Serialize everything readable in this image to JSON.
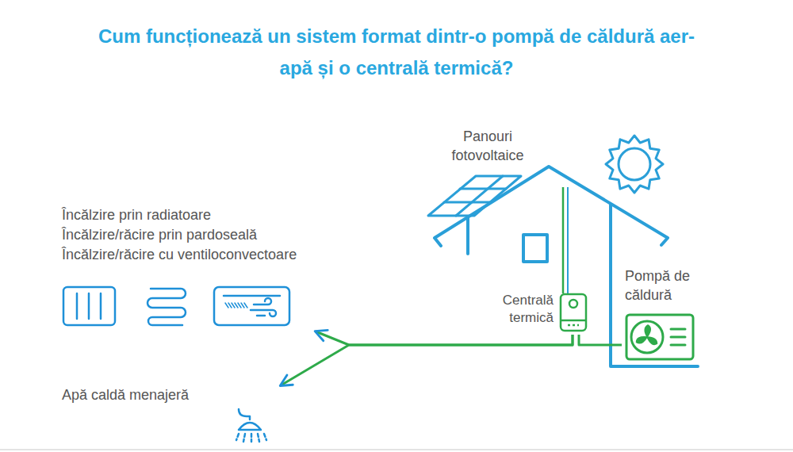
{
  "diagram": {
    "title": "Cum funcționează un sistem format dintr-o pompă de căldură aer-apă și o centrală termică?",
    "nodes": [
      {
        "text": [
          "Încălzire prin radiatoare",
          "Încălzire/răcire prin pardoseală",
          "Încălzire/răcire cu ventiloconvectoare"
        ]
      },
      {
        "text": [
          "Apă caldă menajeră"
        ]
      },
      {
        "text": [
          "Centrală termică"
        ]
      },
      {
        "text": [
          "Pompă de căldură"
        ]
      }
    ],
    "edges": [
      {
        "from": 3,
        "to": 2,
        "arrow": "none"
      },
      {
        "from": 2,
        "to": 0,
        "arrow": "to"
      },
      {
        "from": 2,
        "to": 1,
        "arrow": "to"
      }
    ],
    "labels": [
      "Panouri fotovoltaice"
    ]
  }
}
